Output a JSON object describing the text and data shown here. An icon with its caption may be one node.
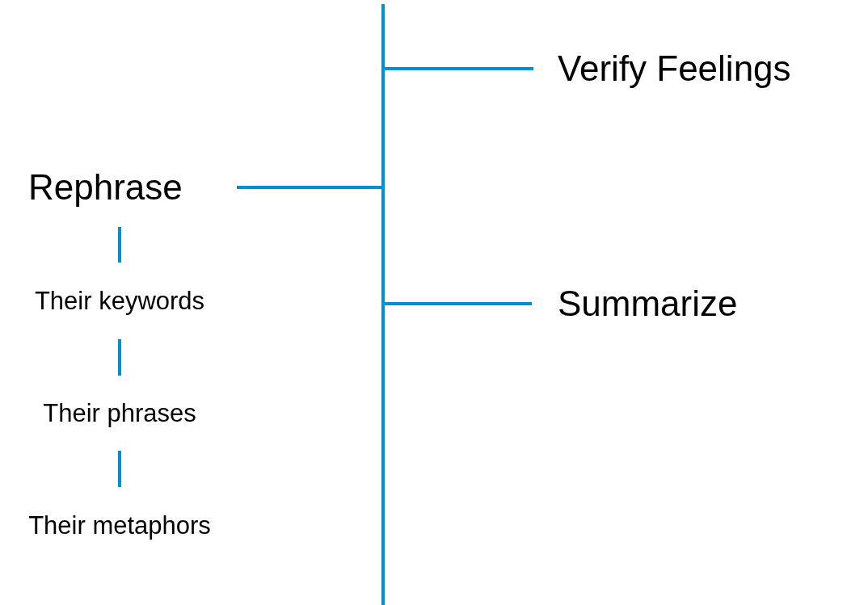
{
  "diagram": {
    "nodes": [
      {
        "text": [],
        "shape": "bar"
      },
      {
        "text": [
          "Verify Feelings"
        ]
      },
      {
        "text": [
          "Rephrase"
        ]
      },
      {
        "text": [
          "Their keywords"
        ]
      },
      {
        "text": [
          "Summarize"
        ]
      },
      {
        "text": [
          "Their phrases"
        ]
      },
      {
        "text": [
          "Their metaphors"
        ]
      }
    ],
    "edges": [
      {
        "from": 0,
        "to": 1,
        "arrow": "none"
      },
      {
        "from": 2,
        "to": 0,
        "arrow": "none"
      },
      {
        "from": 0,
        "to": 4,
        "arrow": "none"
      },
      {
        "from": 2,
        "to": 3,
        "arrow": "none"
      },
      {
        "from": 3,
        "to": 5,
        "arrow": "none"
      },
      {
        "from": 5,
        "to": 6,
        "arrow": "none"
      }
    ]
  }
}
